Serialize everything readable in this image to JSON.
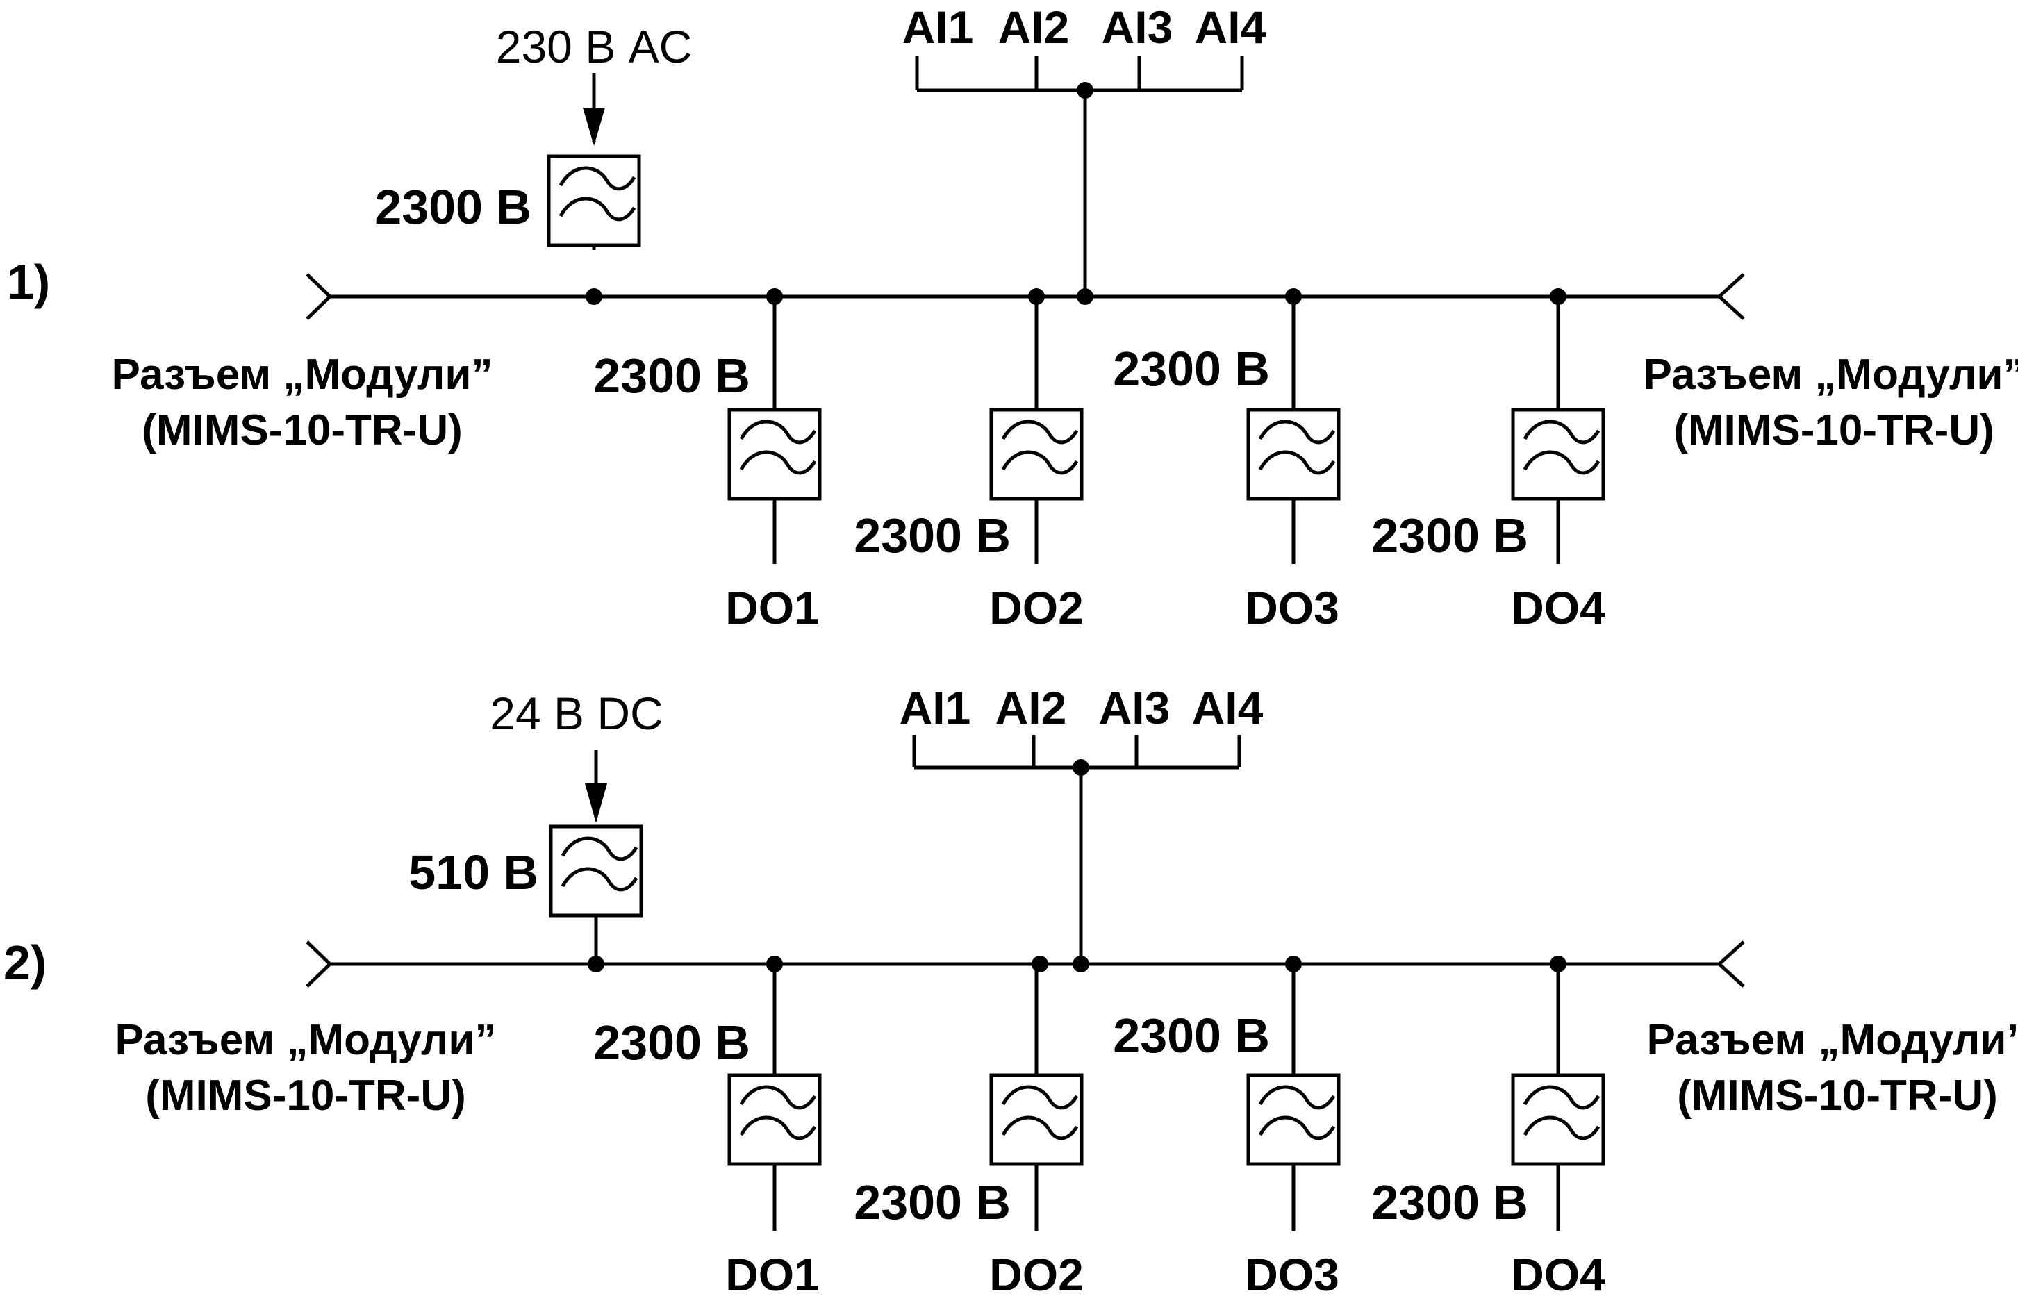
{
  "colors": {
    "ink": "#000000",
    "background": "#ffffff"
  },
  "diagrams": [
    {
      "index_label": "1)",
      "supply_label": "230 В AC",
      "supply_varistor_label": "2300 В",
      "connector_left": {
        "line1": "Разъем „Модули”",
        "line2": "(MIMS-10-TR-U)"
      },
      "connector_right": {
        "line1": "Разъем „Модули”",
        "line2": "(MIMS-10-TR-U)"
      },
      "analog_inputs": [
        "AI1",
        "AI2",
        "AI3",
        "AI4"
      ],
      "outputs": [
        {
          "label": "DO1",
          "varistor_label": "2300 В"
        },
        {
          "label": "DO2",
          "varistor_label": "2300 В"
        },
        {
          "label": "DO3",
          "varistor_label": "2300 В"
        },
        {
          "label": "DO4",
          "varistor_label": "2300 В"
        }
      ]
    },
    {
      "index_label": "2)",
      "supply_label": "24 В DC",
      "supply_varistor_label": "510 В",
      "connector_left": {
        "line1": "Разъем „Модули”",
        "line2": "(MIMS-10-TR-U)"
      },
      "connector_right": {
        "line1": "Разъем „Модули”",
        "line2": "(MIMS-10-TR-U)"
      },
      "analog_inputs": [
        "AI1",
        "AI2",
        "AI3",
        "AI4"
      ],
      "outputs": [
        {
          "label": "DO1",
          "varistor_label": "2300 В"
        },
        {
          "label": "DO2",
          "varistor_label": "2300 В"
        },
        {
          "label": "DO3",
          "varistor_label": "2300 В"
        },
        {
          "label": "DO4",
          "varistor_label": "2300 В"
        }
      ]
    }
  ]
}
